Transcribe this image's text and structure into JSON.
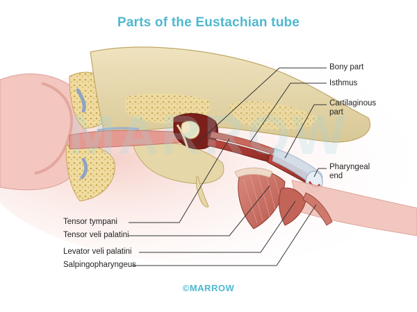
{
  "title": "Parts of the Eustachian tube",
  "labels_right": {
    "bony_part": "Bony part",
    "isthmus": "Isthmus",
    "cartilaginous_line1": "Cartilaginous",
    "cartilaginous_line2": "part",
    "pharyngeal_line1": "Pharyngeal",
    "pharyngeal_line2": "end"
  },
  "labels_left": {
    "tensor_tympani": "Tensor tympani",
    "tensor_veli_palatini": "Tensor veli palatini",
    "levator_veli_palatini": "Levator veli palatini",
    "salpingopharyngeus": "Salpingopharyngeus"
  },
  "watermark": "MARROW",
  "footer": "©MARROW"
}
